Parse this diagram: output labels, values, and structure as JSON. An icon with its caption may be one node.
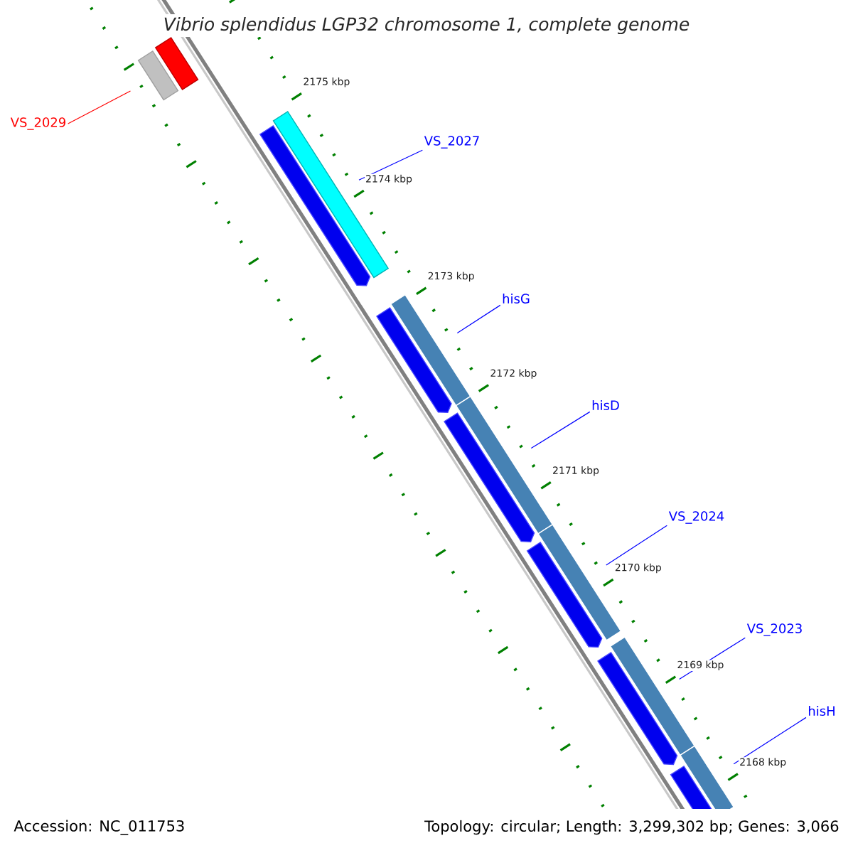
{
  "diagram": {
    "title": "Vibrio splendidus LGP32 chromosome 1, complete genome",
    "nodes": [
      {
        "text": [
          "VS_2029"
        ]
      },
      {
        "text": [],
        "shape": "bar"
      },
      {
        "text": [
          "VS_2027"
        ]
      },
      {
        "text": [],
        "shape": "bar"
      },
      {
        "text": [
          "hisG"
        ]
      },
      {
        "text": [],
        "shape": "bar"
      },
      {
        "text": [
          "hisD"
        ]
      },
      {
        "text": [],
        "shape": "bar"
      },
      {
        "text": [
          "VS_2024"
        ]
      },
      {
        "text": [],
        "shape": "bar"
      },
      {
        "text": [
          "VS_2023"
        ]
      },
      {
        "text": [],
        "shape": "bar"
      },
      {
        "text": [
          "hisH"
        ]
      },
      {
        "text": [],
        "shape": "bar"
      },
      {
        "text": [],
        "shape": "bar"
      },
      {
        "text": [],
        "shape": "pentagon"
      },
      {
        "text": [],
        "shape": "pentagon"
      },
      {
        "text": [],
        "shape": "pentagon"
      },
      {
        "text": [],
        "shape": "pentagon"
      },
      {
        "text": [],
        "shape": "pentagon"
      },
      {
        "text": [],
        "shape": "pentagon"
      }
    ],
    "edges": [
      {
        "from": 0,
        "to": 1,
        "arrow": "none",
        "color": "#ff0000"
      },
      {
        "from": 2,
        "to": 3,
        "arrow": "none"
      },
      {
        "from": 4,
        "to": 5,
        "arrow": "none"
      },
      {
        "from": 6,
        "to": 7,
        "arrow": "none"
      },
      {
        "from": 8,
        "to": 9,
        "arrow": "none"
      },
      {
        "from": 10,
        "to": 11,
        "arrow": "none"
      },
      {
        "from": 12,
        "to": 13,
        "arrow": "none"
      }
    ],
    "labels": [
      "2175 kbp",
      "2174 kbp",
      "2173 kbp",
      "2172 kbp",
      "2171 kbp",
      "2170 kbp",
      "2169 kbp",
      "2168 kbp",
      "Accession: NC_011753",
      "Topology: circular; Length: 3,299,302 bp; Genes: 3,066"
    ]
  }
}
